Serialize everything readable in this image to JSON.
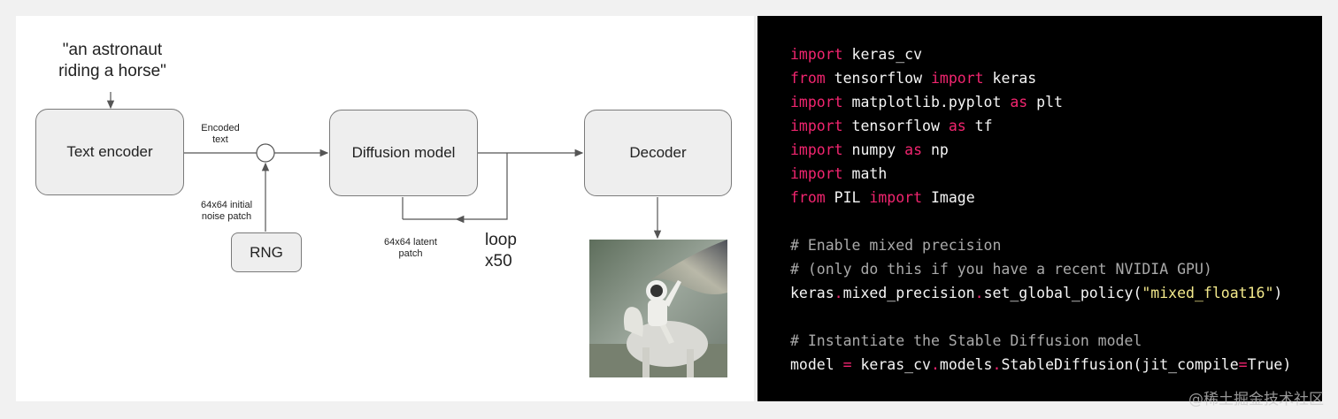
{
  "diagram": {
    "prompt": "\"an astronaut\nriding a horse\"",
    "text_encoder": "Text encoder",
    "encoded_text": "Encoded\ntext",
    "noise_patch": "64x64 initial\nnoise patch",
    "rng": "RNG",
    "diffusion_model": "Diffusion model",
    "latent_patch": "64x64 latent\npatch",
    "loop": "loop\nx50",
    "decoder": "Decoder"
  },
  "code_lines": [
    [
      [
        "kw",
        "import"
      ],
      [
        "t",
        " keras_cv"
      ]
    ],
    [
      [
        "kw",
        "from"
      ],
      [
        "t",
        " tensorflow "
      ],
      [
        "kw",
        "import"
      ],
      [
        "t",
        " keras"
      ]
    ],
    [
      [
        "kw",
        "import"
      ],
      [
        "t",
        " matplotlib.pyplot "
      ],
      [
        "kw",
        "as"
      ],
      [
        "t",
        " plt"
      ]
    ],
    [
      [
        "kw",
        "import"
      ],
      [
        "t",
        " tensorflow "
      ],
      [
        "kw",
        "as"
      ],
      [
        "t",
        " tf"
      ]
    ],
    [
      [
        "kw",
        "import"
      ],
      [
        "t",
        " numpy "
      ],
      [
        "kw",
        "as"
      ],
      [
        "t",
        " np"
      ]
    ],
    [
      [
        "kw",
        "import"
      ],
      [
        "t",
        " math"
      ]
    ],
    [
      [
        "kw",
        "from"
      ],
      [
        "t",
        " PIL "
      ],
      [
        "kw",
        "import"
      ],
      [
        "t",
        " Image"
      ]
    ],
    [],
    [
      [
        "cm",
        "# Enable mixed precision"
      ]
    ],
    [
      [
        "cm",
        "# (only do this if you have a recent NVIDIA GPU)"
      ]
    ],
    [
      [
        "t",
        "keras"
      ],
      [
        "op",
        "."
      ],
      [
        "t",
        "mixed_precision"
      ],
      [
        "op",
        "."
      ],
      [
        "t",
        "set_global_policy("
      ],
      [
        "st",
        "\"mixed_float16\""
      ],
      [
        "t",
        ")"
      ]
    ],
    [],
    [
      [
        "cm",
        "# Instantiate the Stable Diffusion model"
      ]
    ],
    [
      [
        "t",
        "model "
      ],
      [
        "op",
        "="
      ],
      [
        "t",
        " keras_cv"
      ],
      [
        "op",
        "."
      ],
      [
        "t",
        "models"
      ],
      [
        "op",
        "."
      ],
      [
        "t",
        "StableDiffusion(jit_compile"
      ],
      [
        "op",
        "="
      ],
      [
        "t",
        "True)"
      ]
    ]
  ],
  "watermark": "@稀土掘金技术社区"
}
